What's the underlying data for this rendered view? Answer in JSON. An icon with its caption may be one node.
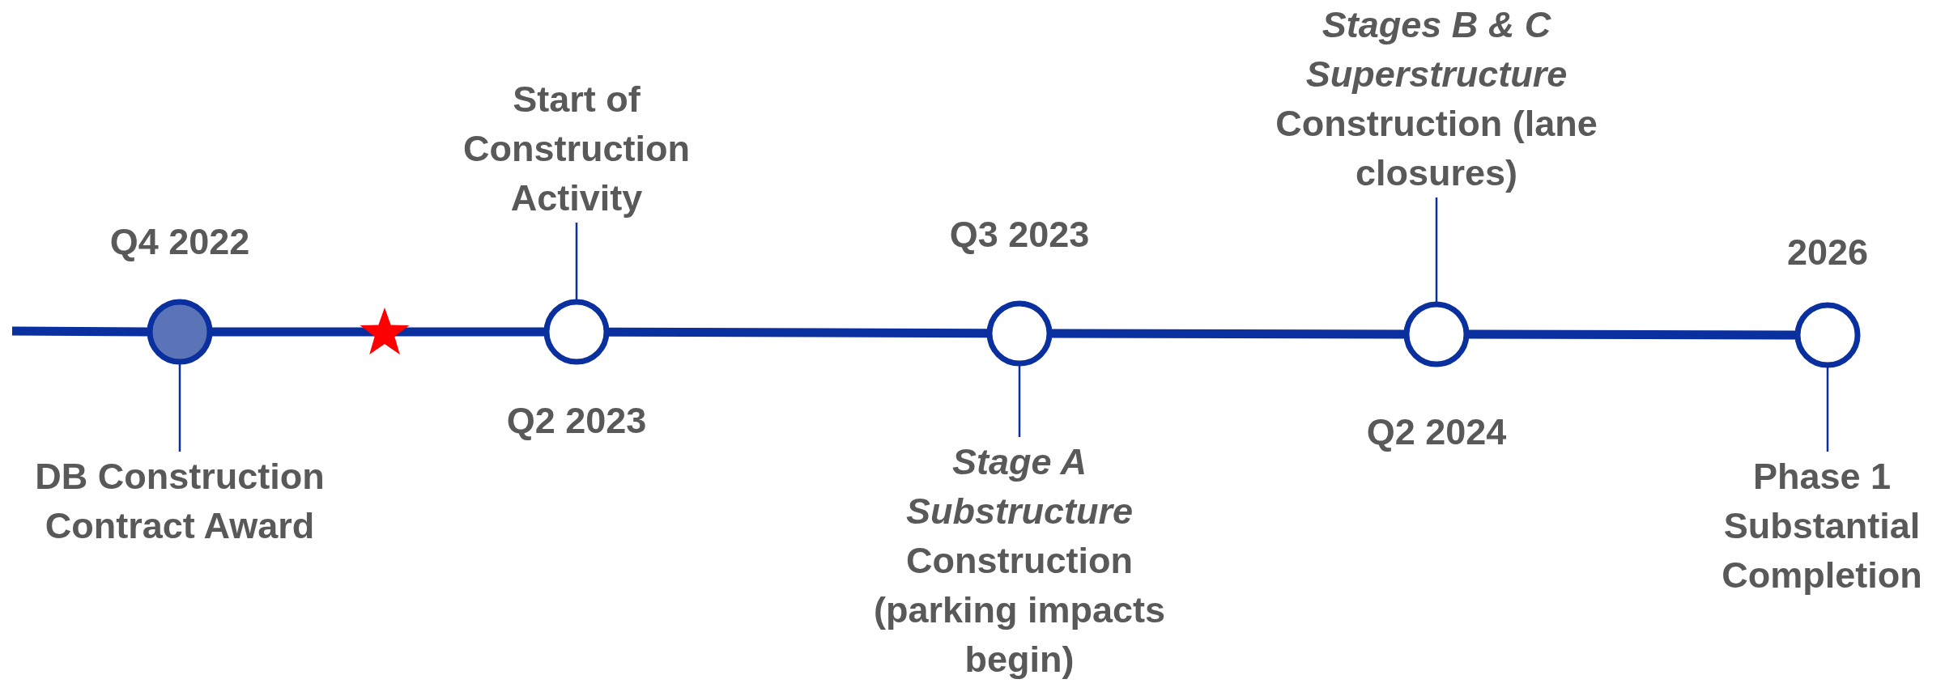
{
  "diagram": {
    "nodes": [
      {
        "text": [],
        "shape": "circle",
        "beside": [
          "Q4 2022"
        ]
      },
      {
        "text": [
          "DB Construction Contract Award"
        ]
      },
      {
        "text": [],
        "shape": "circle",
        "beside": [
          "Q2 2023"
        ]
      },
      {
        "text": [
          "Start of Construction Activity"
        ]
      },
      {
        "text": [],
        "shape": "circle",
        "beside": [
          "Q3 2023"
        ]
      },
      {
        "text": [
          "*Stage A Substructure* Construction (parking impacts begin)"
        ]
      },
      {
        "text": [],
        "shape": "circle",
        "beside": [
          "Q2 2024"
        ]
      },
      {
        "text": [
          "*Stages B & C Superstructure* Construction (lane closures)"
        ]
      },
      {
        "text": [],
        "shape": "circle",
        "beside": [
          "2026"
        ]
      },
      {
        "text": [
          "Phase 1 Substantial Completion"
        ]
      }
    ],
    "edges": [
      {
        "from": null,
        "to": 0,
        "arrow": "none",
        "style": "thick"
      },
      {
        "from": 0,
        "to": 2,
        "arrow": "none",
        "style": "thick"
      },
      {
        "from": 2,
        "to": 4,
        "arrow": "none",
        "style": "thick"
      },
      {
        "from": 4,
        "to": 6,
        "arrow": "none",
        "style": "thick"
      },
      {
        "from": 6,
        "to": 8,
        "arrow": "none",
        "style": "thick"
      },
      {
        "from": 1,
        "to": 0,
        "arrow": "none"
      },
      {
        "from": 3,
        "to": 2,
        "arrow": "none"
      },
      {
        "from": 5,
        "to": 4,
        "arrow": "none"
      },
      {
        "from": 7,
        "to": 6,
        "arrow": "none"
      },
      {
        "from": 9,
        "to": 8,
        "arrow": "none"
      }
    ]
  }
}
